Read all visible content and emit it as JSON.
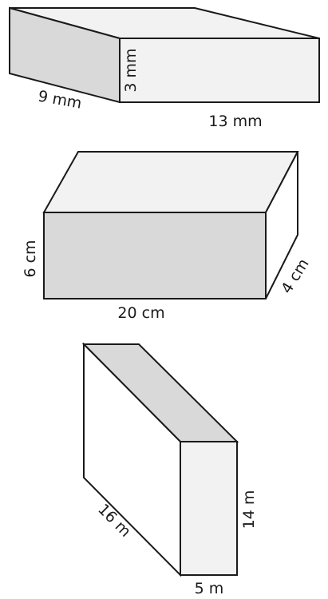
{
  "colors": {
    "shaded_face": "#d9d9d9",
    "light_face": "#f2f2f2",
    "white_face": "#ffffff",
    "stroke": "#1a1a1a"
  },
  "prisms": [
    {
      "labels": {
        "depth": "9 mm",
        "height": "3 mm",
        "length": "13 mm"
      }
    },
    {
      "labels": {
        "height": "6 cm",
        "length": "20 cm",
        "depth": "4 cm"
      }
    },
    {
      "labels": {
        "depth": "16 m",
        "height": "14 m",
        "width": "5 m"
      }
    }
  ]
}
